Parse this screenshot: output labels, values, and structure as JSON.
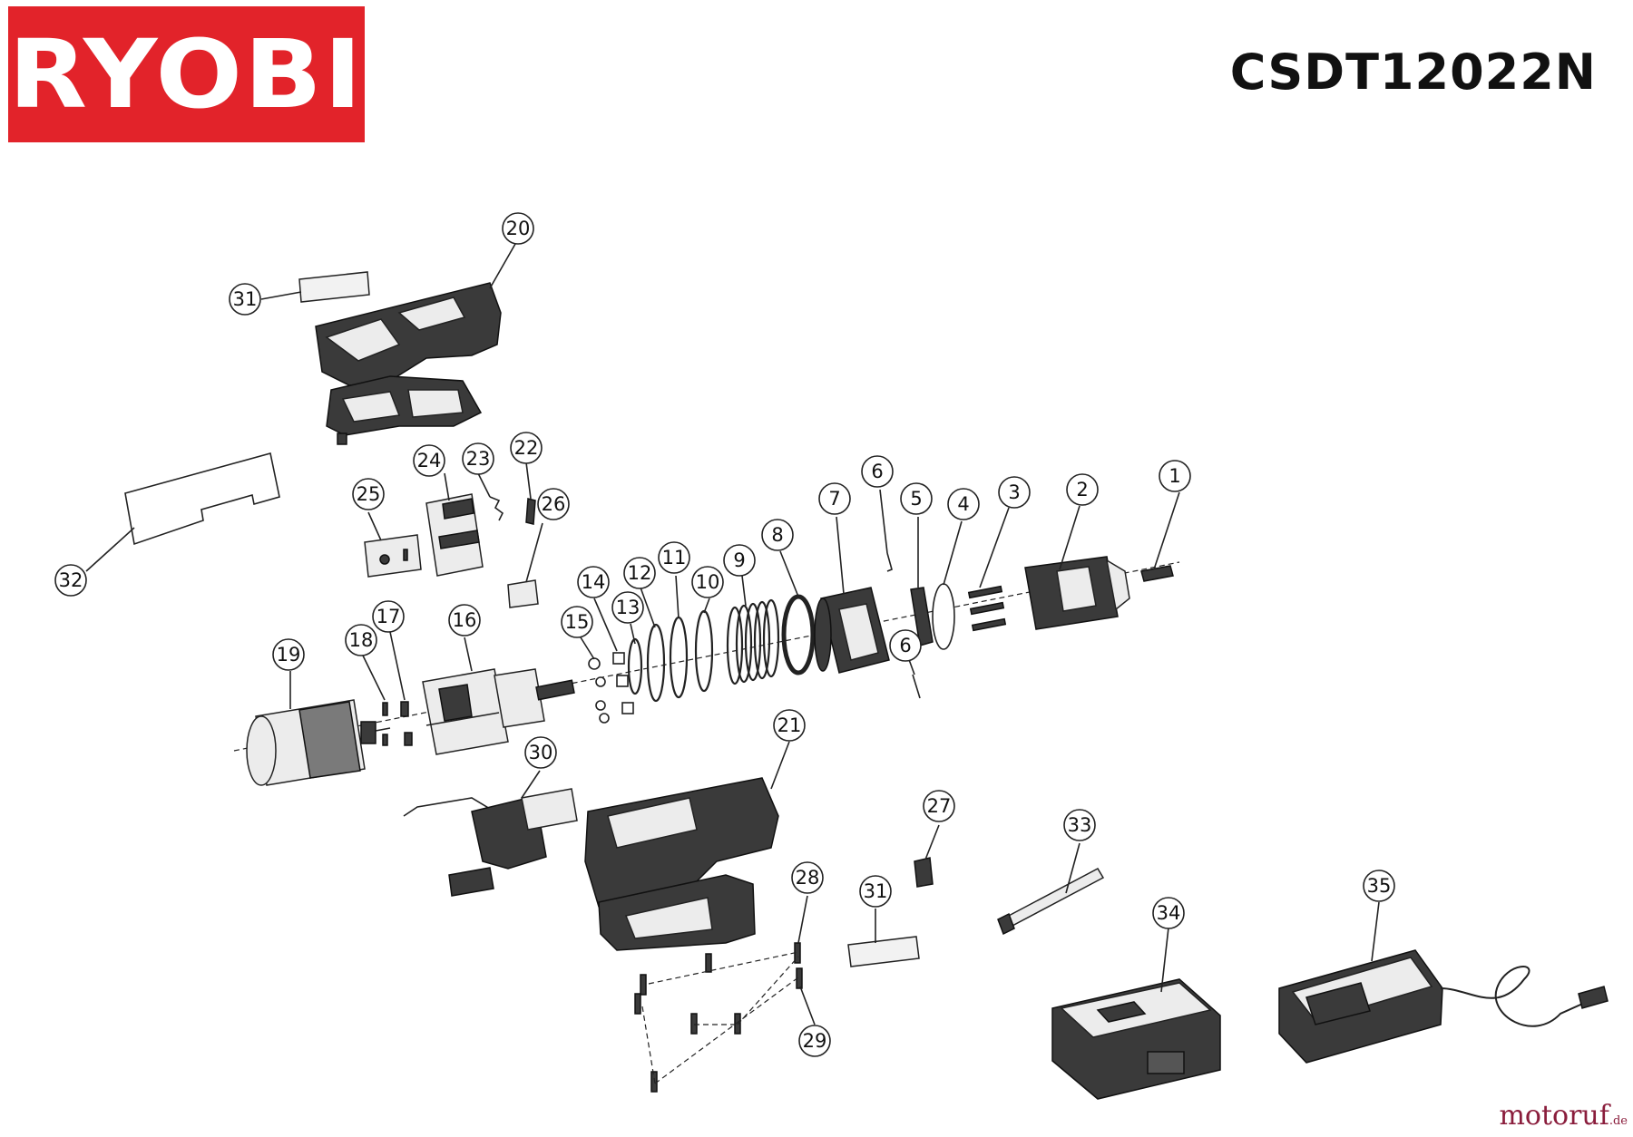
{
  "header": {
    "brand_logo": "RYOBI",
    "model": "CSDT12022N"
  },
  "watermark": {
    "text": "motoruf",
    "suffix": ".de"
  },
  "callouts": [
    "1",
    "2",
    "3",
    "4",
    "5",
    "6",
    "6",
    "7",
    "8",
    "9",
    "10",
    "11",
    "12",
    "13",
    "14",
    "15",
    "16",
    "17",
    "18",
    "19",
    "20",
    "21",
    "22",
    "23",
    "24",
    "25",
    "26",
    "27",
    "28",
    "29",
    "30",
    "31",
    "31",
    "32",
    "33",
    "34",
    "35"
  ],
  "colors": {
    "brand_red": "#e2232a",
    "line": "#222222",
    "part_dark": "#3a3a3a",
    "part_light": "#e8e8e8",
    "watermark": "#8a1d3c"
  }
}
